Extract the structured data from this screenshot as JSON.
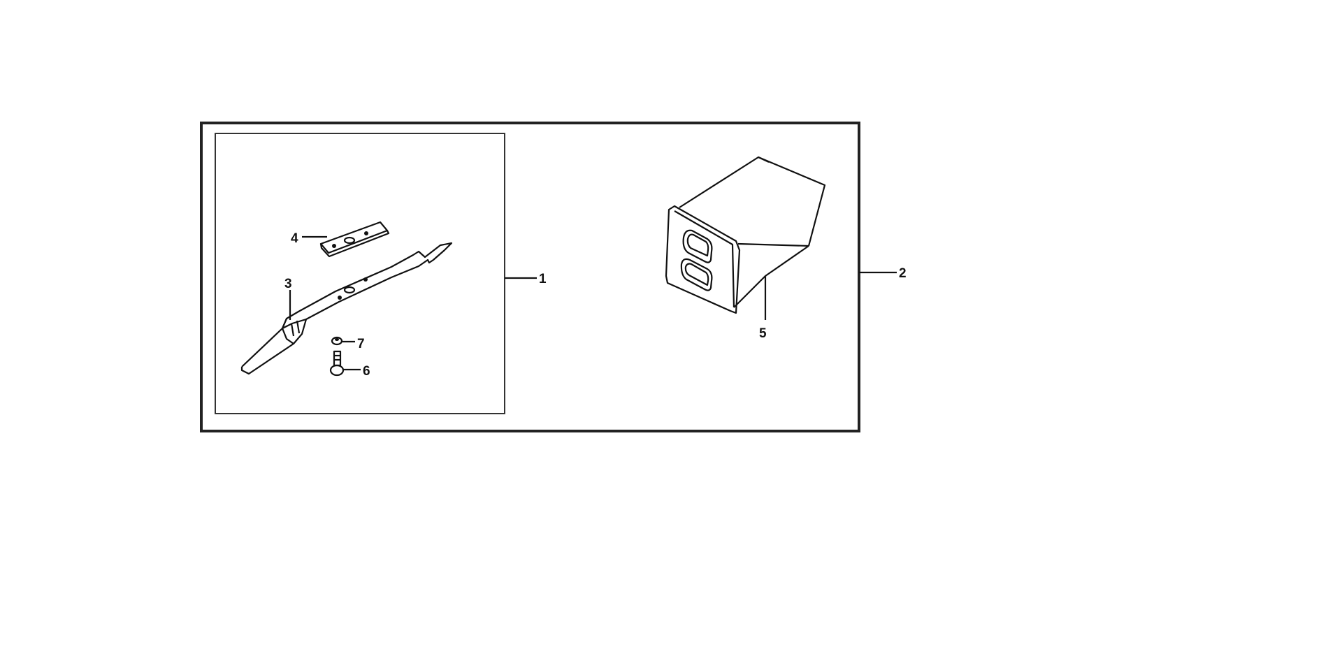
{
  "diagram": {
    "type": "parts-exploded-view",
    "callouts": {
      "c1": "1",
      "c2": "2",
      "c3": "3",
      "c4": "4",
      "c5": "5",
      "c6": "6",
      "c7": "7"
    }
  }
}
